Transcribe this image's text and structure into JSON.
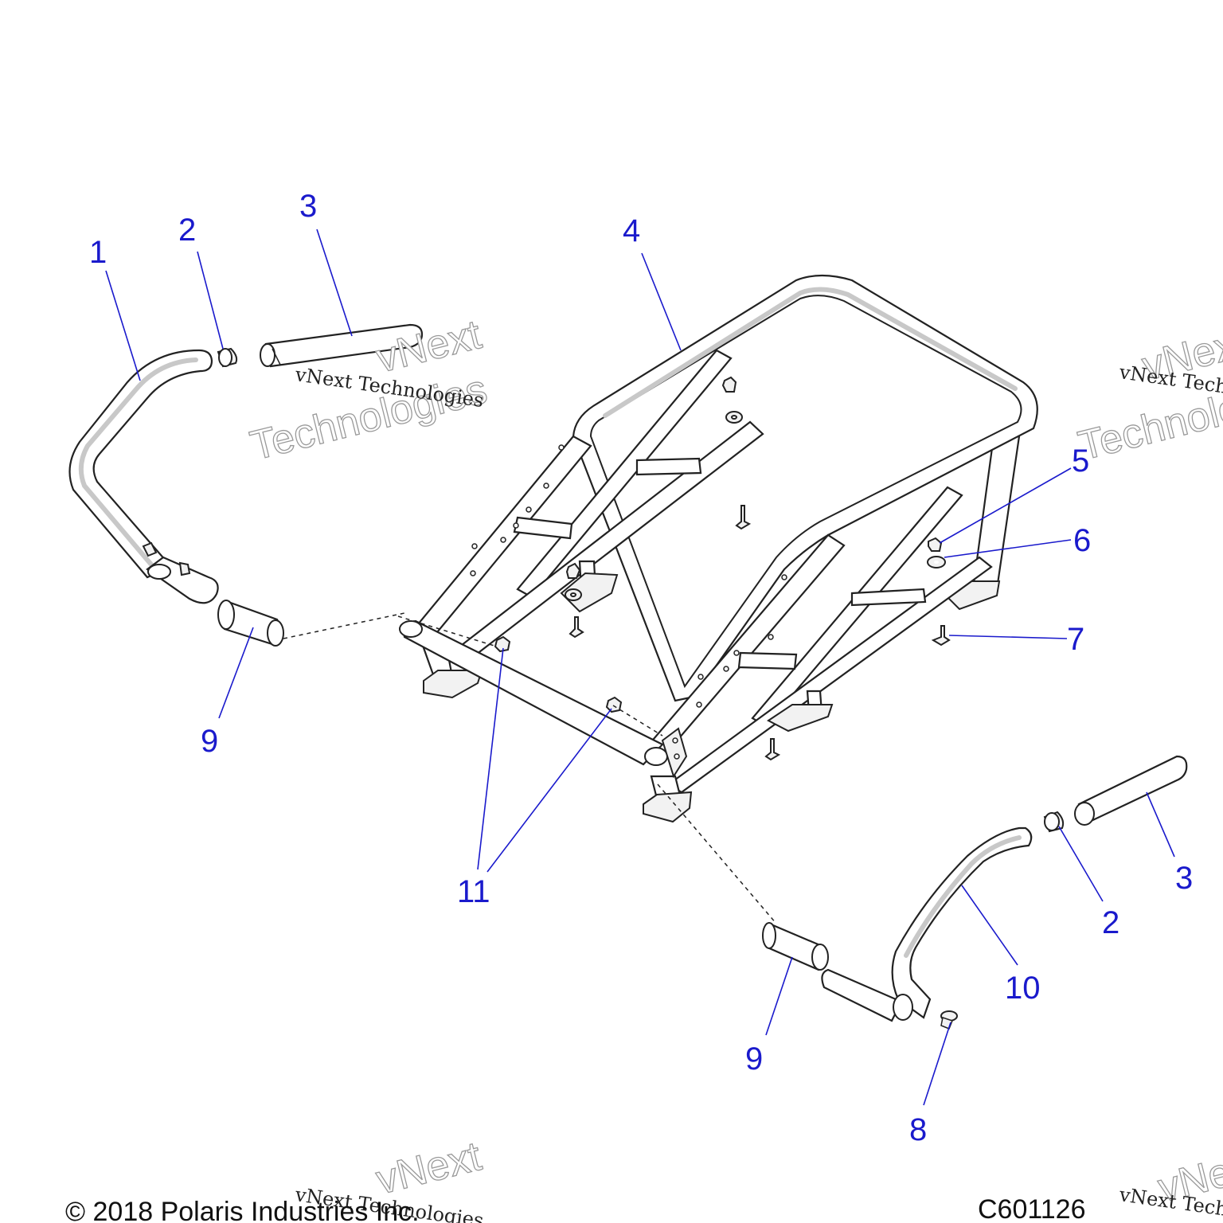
{
  "callouts": [
    "1",
    "2",
    "3",
    "4",
    "5",
    "6",
    "7",
    "9",
    "11",
    "9",
    "10",
    "3",
    "2",
    "8"
  ],
  "watermark": {
    "brand": "vNext",
    "word": "Technologies",
    "full": "vNext Technologies"
  },
  "footer": {
    "copyright": "© 2018 Polaris Industries Inc.",
    "diagram_id": "C601126"
  }
}
